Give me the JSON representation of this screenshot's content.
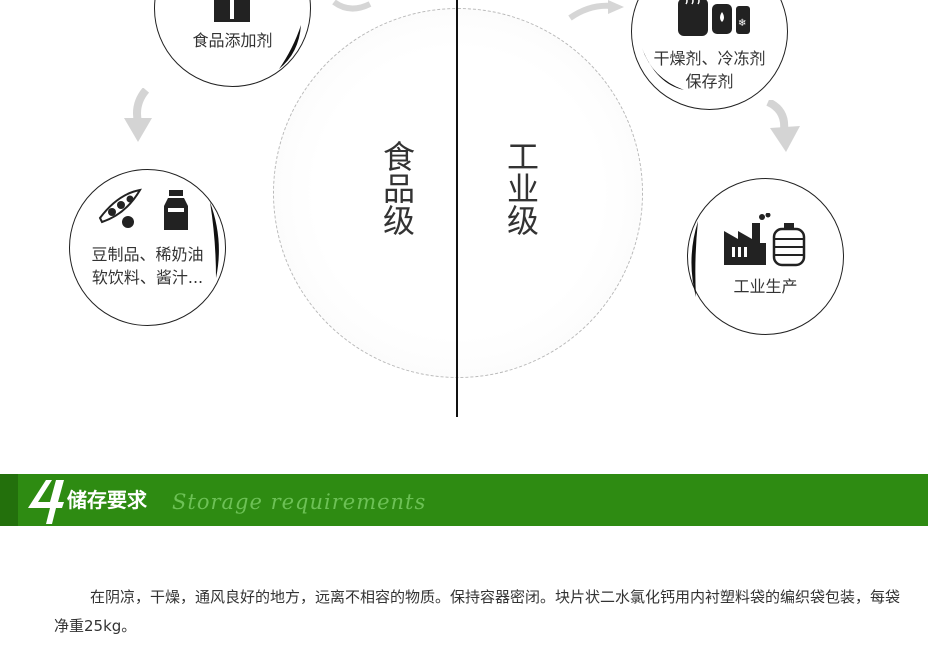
{
  "diagram": {
    "food_grade_label": "食品级",
    "industrial_grade_label": "工业级",
    "food_additive": "食品添加剂",
    "soy_line1": "豆制品、稀奶油",
    "soy_line2": "软饮料、酱汁...",
    "desiccant_line1": "干燥剂、冷冻剂",
    "desiccant_line2": "保存剂",
    "industrial_production": "工业生产"
  },
  "storage": {
    "title": "储存要求",
    "subtitle": "Storage requirements",
    "body": "在阴凉，干燥，通风良好的地方，远离不相容的物质。保持容器密闭。块片状二水氯化钙用内衬塑料袋的编织袋包装，每袋净重25kg。"
  },
  "colors": {
    "banner_green": "#2e8b12",
    "subtitle_green": "#6dc156",
    "line_black": "#111111"
  }
}
